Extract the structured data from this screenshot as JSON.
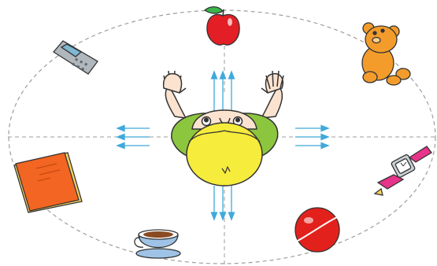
{
  "objects": [
    {
      "id": "apple",
      "name": "apple-icon",
      "position": "top"
    },
    {
      "id": "teddy",
      "name": "teddy-bear-icon",
      "position": "top-right"
    },
    {
      "id": "watch",
      "name": "wristwatch-icon",
      "position": "right"
    },
    {
      "id": "ball",
      "name": "ball-icon",
      "position": "bottom-right"
    },
    {
      "id": "cup",
      "name": "teacup-icon",
      "position": "bottom"
    },
    {
      "id": "book",
      "name": "book-icon",
      "position": "left"
    },
    {
      "id": "phone",
      "name": "mobile-phone-icon",
      "position": "top-left"
    }
  ],
  "colors": {
    "outline": "#333333",
    "dash": "#9e9e9e",
    "arrow": "#3fa9dc",
    "hair": "#f6ec3c",
    "shirt": "#8cc63f",
    "skin": "#fbe3d0",
    "apple": "#e31e24",
    "teddy": "#f39c2b",
    "book": "#f26522",
    "ball": "#e3211c",
    "cup": "#9fc3e6",
    "watch": "#e7338a",
    "phone": "#b0b7bd"
  }
}
